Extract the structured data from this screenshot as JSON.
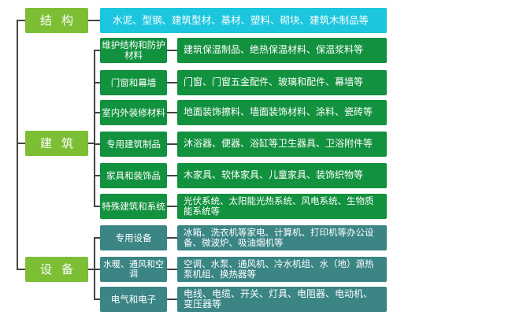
{
  "categories": {
    "structure": "结构",
    "building": "建筑",
    "equipment": "设备"
  },
  "structure_detail": "水泥、型钢、建筑型材、基材、塑料、砌块、建筑木制品等",
  "building_rows": [
    {
      "label": "维护结构和防护材料",
      "detail": "建筑保温制品、绝热保温材料、保温浆料等"
    },
    {
      "label": "门窗和幕墙",
      "detail": "门窗、门窗五金配件、玻璃和配件、幕墙等"
    },
    {
      "label": "室内外装修材料",
      "detail": "地面装饰擦料、墙面装饰材料、涂料、瓷砖等"
    },
    {
      "label": "专用建筑制品",
      "detail": "沐浴器、便器、浴缸等卫生器具、卫浴附件等"
    },
    {
      "label": "家具和装饰品",
      "detail": "木家具、软体家具、儿童家具、装饰织物等"
    },
    {
      "label": "特殊建筑和系统",
      "detail": "光伏系统、太阳能光热系统、风电系统、生物质能系统等"
    }
  ],
  "equipment_rows": [
    {
      "label": "专用设备",
      "detail": "冰箱、洗衣机等家电、计算机、打印机等办公设备、微波炉、吸油烟机等"
    },
    {
      "label": "水暖、通风和空调",
      "detail": "空调、水泵、通风机、冷水机组、水（地）源热泵机组、换热器等"
    },
    {
      "label": "电气和电子",
      "detail": "电线、电缆、开关、灯具、电阻器、电动机、变压器等"
    }
  ]
}
